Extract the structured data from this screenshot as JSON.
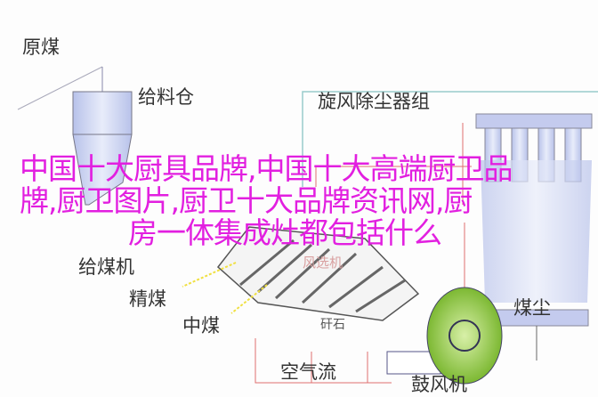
{
  "diagram": {
    "labels": {
      "raw_coal": "原煤",
      "feed_bin": "给料仓",
      "cyclone_group": "旋风除尘器组",
      "coal_feeder": "给煤机",
      "air_separator": "风选机",
      "clean_coal": "精煤",
      "middling_coal": "中煤",
      "gangue": "矸石",
      "air_flow": "空气流",
      "coal_dust": "煤尘",
      "blower": "鼓风机"
    },
    "colors": {
      "overlay_text": "#e21fe0",
      "pipe": "#e07070",
      "blower": "#8cc63f",
      "hopper": "#c8d0ee",
      "arrow_yellow": "#f0e040"
    }
  },
  "overlay": {
    "line1": "中国十大厨具品牌,中国十大高端厨卫品",
    "line2": "牌,厨卫图片,厨卫十大品牌资讯网,厨",
    "line3": "房一体集成灶都包括什么"
  }
}
